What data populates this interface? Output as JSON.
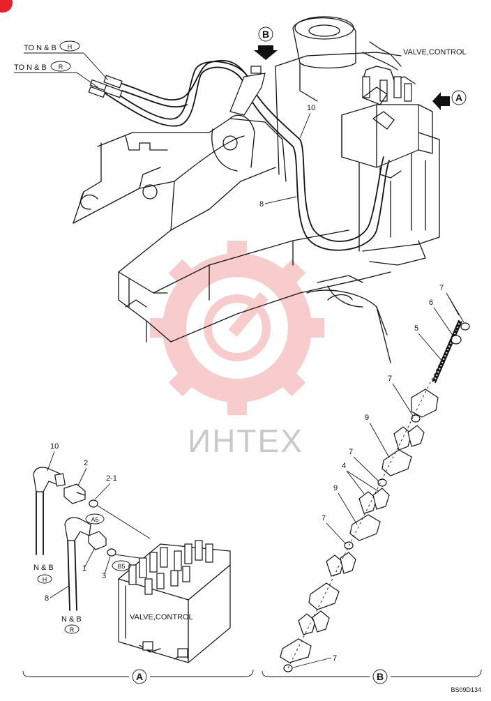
{
  "labels": {
    "to_nb_h": "TO N & B",
    "to_nb_r": "TO N & B",
    "h": "H",
    "r": "R",
    "valve_control_top": "VALVE,CONTROL",
    "valve_control_bottom": "VALVE,CONTROL",
    "callout_a": "A",
    "callout_b": "B",
    "nb_h": "N & B",
    "nb_r": "N & B",
    "a5": "A5",
    "b5": "B5",
    "section_a": "A",
    "section_b": "B",
    "drawing_code": "BS09D134",
    "watermark": "ИНТЕХ"
  },
  "part_numbers": {
    "p10_top": "10",
    "p8_top": "8",
    "p7_a": "7",
    "p6": "6",
    "p5": "5",
    "p7_b": "7",
    "p9_a": "9",
    "p7_c": "7",
    "p4": "4",
    "p9_b": "9",
    "p7_d": "7",
    "p7_e": "7",
    "p10_bottom": "10",
    "p2": "2",
    "p2_1": "2-1",
    "p1": "1",
    "p3": "3",
    "p8_bottom": "8"
  },
  "colors": {
    "line": "#111111",
    "watermark": "#f4a3a3",
    "watermark_text": "#c9c9c9",
    "corner_mark": "#e8202a"
  }
}
